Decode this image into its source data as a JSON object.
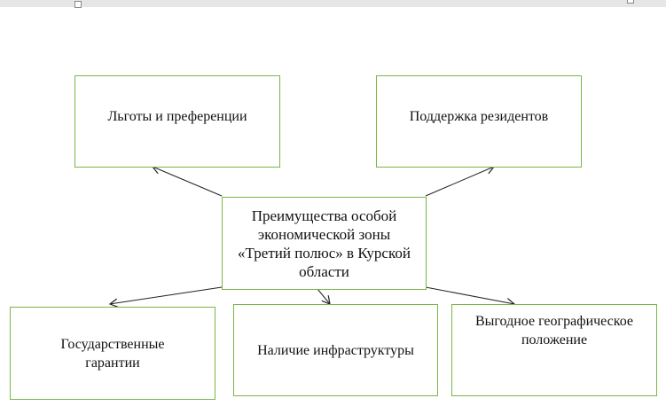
{
  "diagram": {
    "center": "Преимущества особой экономической зоны «Третий полюс» в Курской области",
    "nodes": [
      "Льготы и преференции",
      "Поддержка резидентов",
      "Государственные гарантии",
      "Наличие инфраструктуры",
      "Выгодное географическое положение"
    ],
    "border_color": "#7ab648"
  }
}
